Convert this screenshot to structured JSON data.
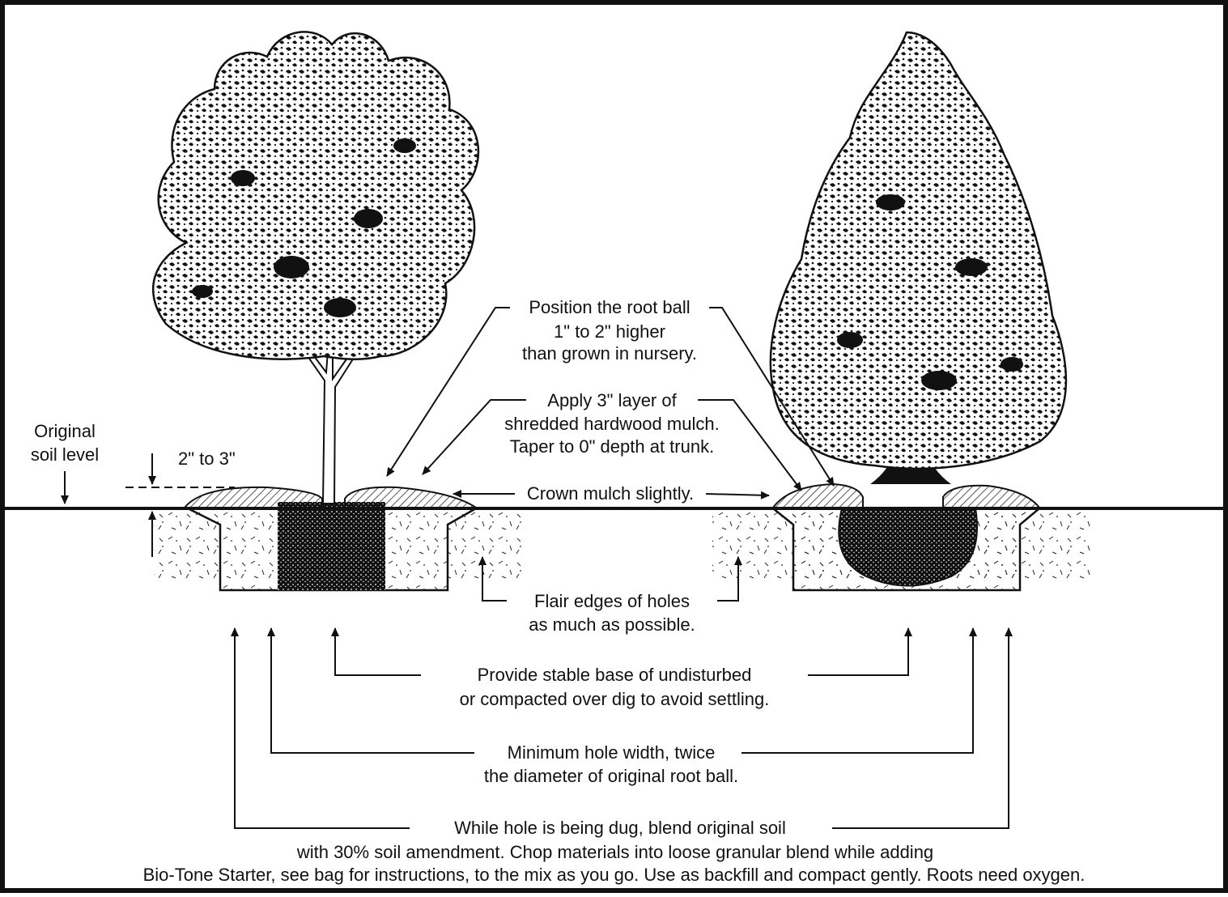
{
  "labels": {
    "original_soil_1": "Original",
    "original_soil_2": "soil level",
    "depth": "2\" to 3\"",
    "position_1": "Position the root ball",
    "position_2": "1\" to 2\" higher",
    "position_3": "than grown in nursery.",
    "mulch_1": "Apply 3\" layer of",
    "mulch_2": "shredded hardwood mulch.",
    "mulch_3": "Taper to 0\" depth at trunk.",
    "crown": "Crown mulch slightly.",
    "flair_1": "Flair edges of holes",
    "flair_2": "as much as possible.",
    "base_1": "Provide stable base of undisturbed",
    "base_2": "or compacted over dig to avoid settling.",
    "width_1": "Minimum hole width, twice",
    "width_2": "the diameter of original root ball.",
    "blend_1": "While hole is being dug, blend original soil",
    "blend_2": "with 30% soil amendment. Chop materials into loose granular blend while adding",
    "blend_3": "Bio-Tone Starter, see bag for instructions, to the mix as you go. Use as backfill and compact gently. Roots need oxygen."
  },
  "colors": {
    "ink": "#111111",
    "background": "#ffffff"
  }
}
